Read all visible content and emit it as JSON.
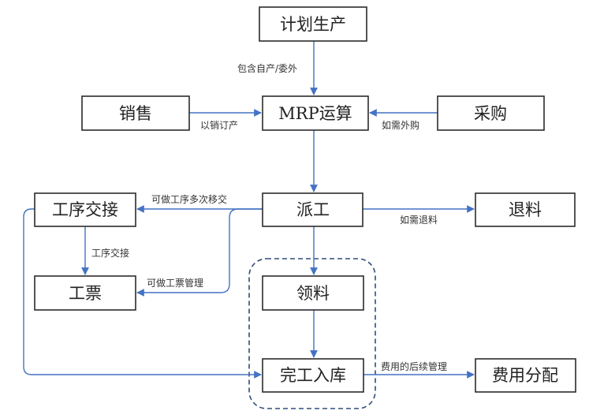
{
  "nodes": {
    "plan_production": "计划生产",
    "sales": "销售",
    "mrp": "MRP运算",
    "purchase": "采购",
    "process_handover": "工序交接",
    "dispatch": "派工",
    "return_material": "退料",
    "work_ticket": "工票",
    "pick_material": "领料",
    "completion_warehousing": "完工入库",
    "cost_allocation": "费用分配"
  },
  "edges": {
    "plan_to_mrp": "包含自产/委外",
    "sales_to_mrp": "以销订产",
    "purchase_to_mrp": "如需外购",
    "dispatch_to_handover": "可做工序多次移交",
    "dispatch_to_return": "如需退料",
    "handover_to_ticket": "工序交接",
    "dispatch_to_ticket": "可做工票管理",
    "completion_to_cost": "费用的后续管理"
  },
  "colors": {
    "edge": "#4472c4",
    "box_border": "#2b2b2b",
    "group_border": "#2f4d7a"
  }
}
